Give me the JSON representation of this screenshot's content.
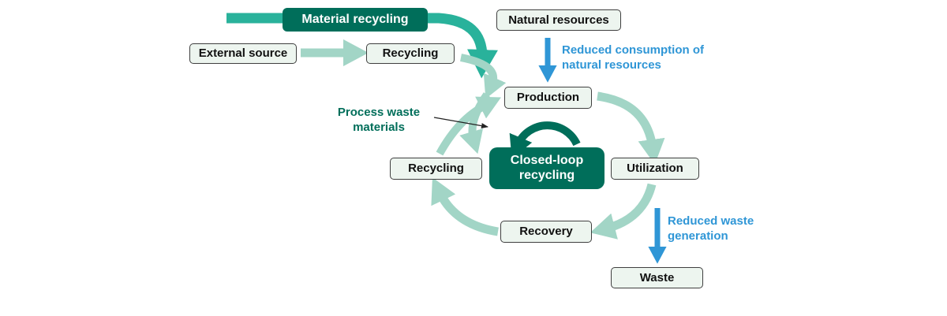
{
  "diagram": {
    "nodes": {
      "material_recycling": "Material recycling",
      "natural_resources": "Natural resources",
      "external_source": "External source",
      "recycling_top": "Recycling",
      "production": "Production",
      "closed_loop_recycling": "Closed-loop\nrecycling",
      "recycling": "Recycling",
      "utilization": "Utilization",
      "recovery": "Recovery",
      "waste": "Waste"
    },
    "annotations": {
      "process_waste": "Process waste\nmaterials",
      "reduced_consumption": "Reduced consumption of\nnatural resources",
      "reduced_waste": "Reduced waste\ngeneration"
    }
  },
  "colors": {
    "dark_teal": "#006e5a",
    "teal": "#29b29b",
    "light_teal": "#a2d5c6",
    "blue": "#2f96d6",
    "black": "#222222",
    "node_bg": "#edf5ef",
    "node_border": "#3f3f3f"
  }
}
